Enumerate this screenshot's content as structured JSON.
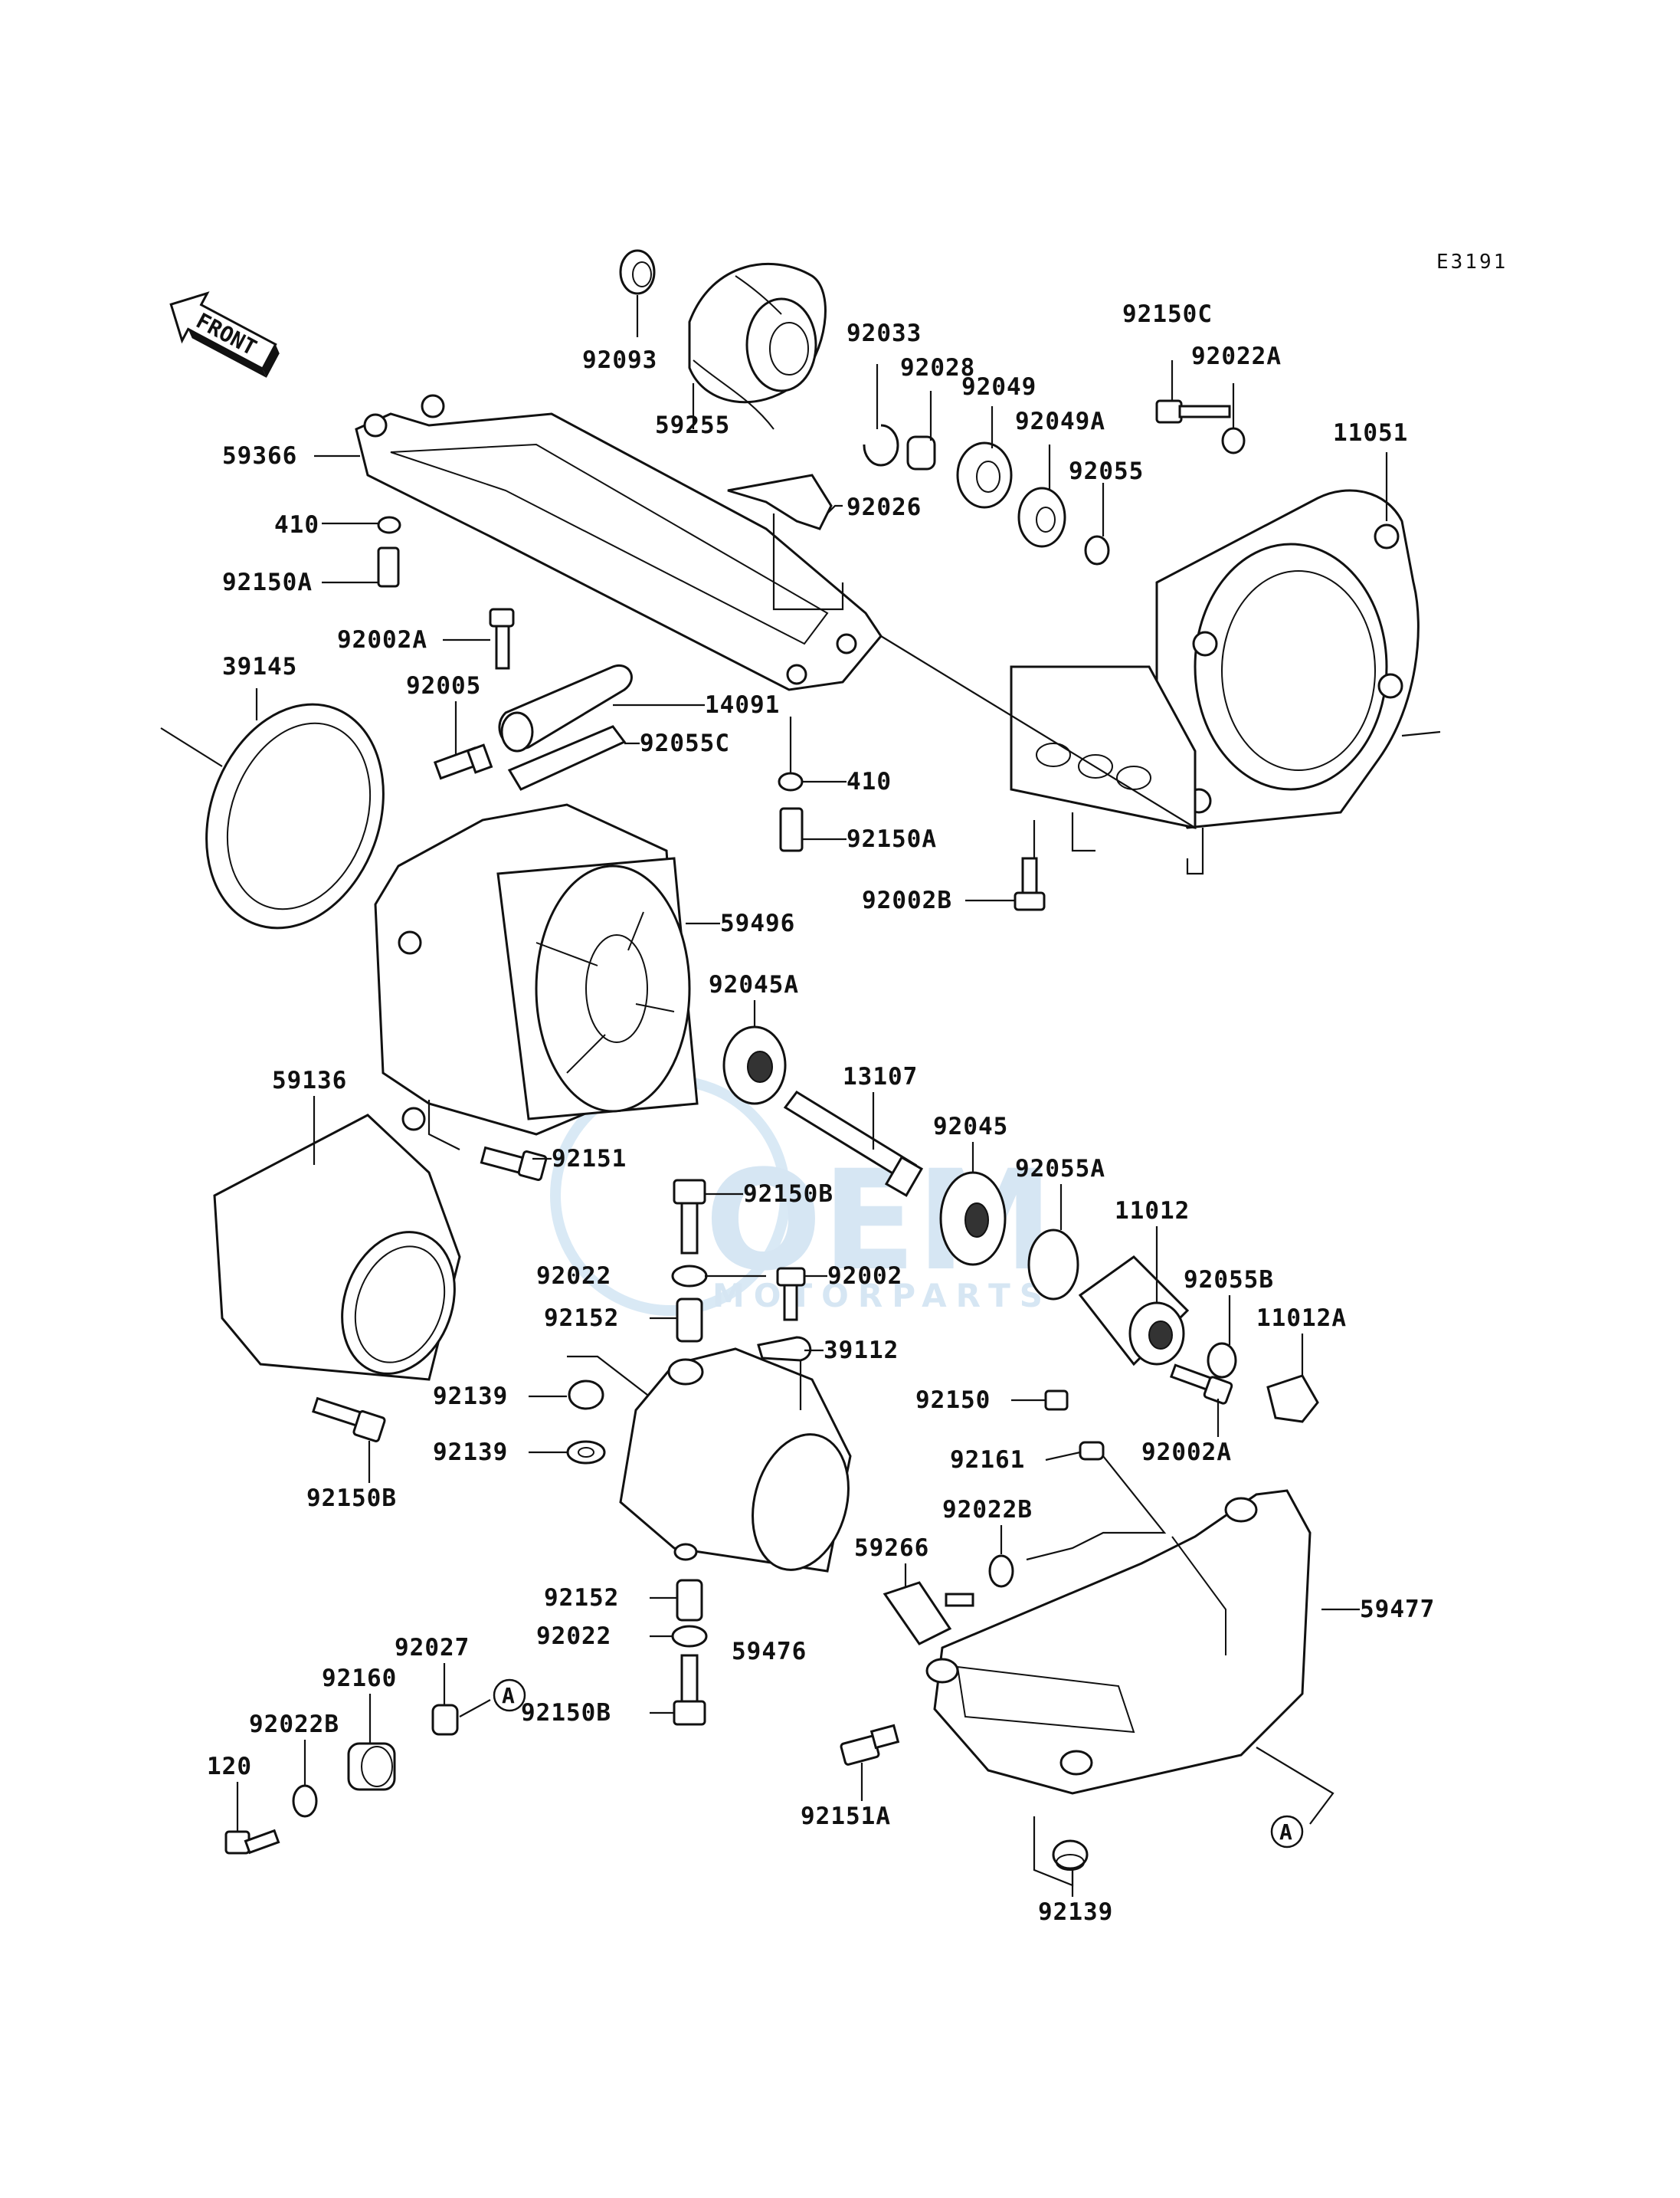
{
  "diagram": {
    "reference_code": "E3191",
    "front_indicator": "FRONT",
    "watermark": {
      "main": "OEM",
      "sub": "MOTORPARTS"
    },
    "reference_marker": "A",
    "parts": [
      "92093",
      "59255",
      "92033",
      "92028",
      "92049",
      "92049A",
      "92055",
      "92150C",
      "92022A",
      "11051",
      "59366",
      "92026",
      "410",
      "92150A",
      "92002A",
      "39145",
      "92005",
      "14091",
      "92055C",
      "410",
      "92150A",
      "92002B",
      "59496",
      "92045A",
      "13107",
      "92045",
      "92055A",
      "11012",
      "92055B",
      "11012A",
      "59136",
      "92151",
      "92150B",
      "92022",
      "92002",
      "92152",
      "39112",
      "92150",
      "92002A",
      "92139",
      "92139",
      "92150B",
      "92161",
      "92022B",
      "59266",
      "59477",
      "92152",
      "92022",
      "59476",
      "92027",
      "92160",
      "92022B",
      "92150B",
      "120",
      "92151A",
      "92139"
    ]
  }
}
